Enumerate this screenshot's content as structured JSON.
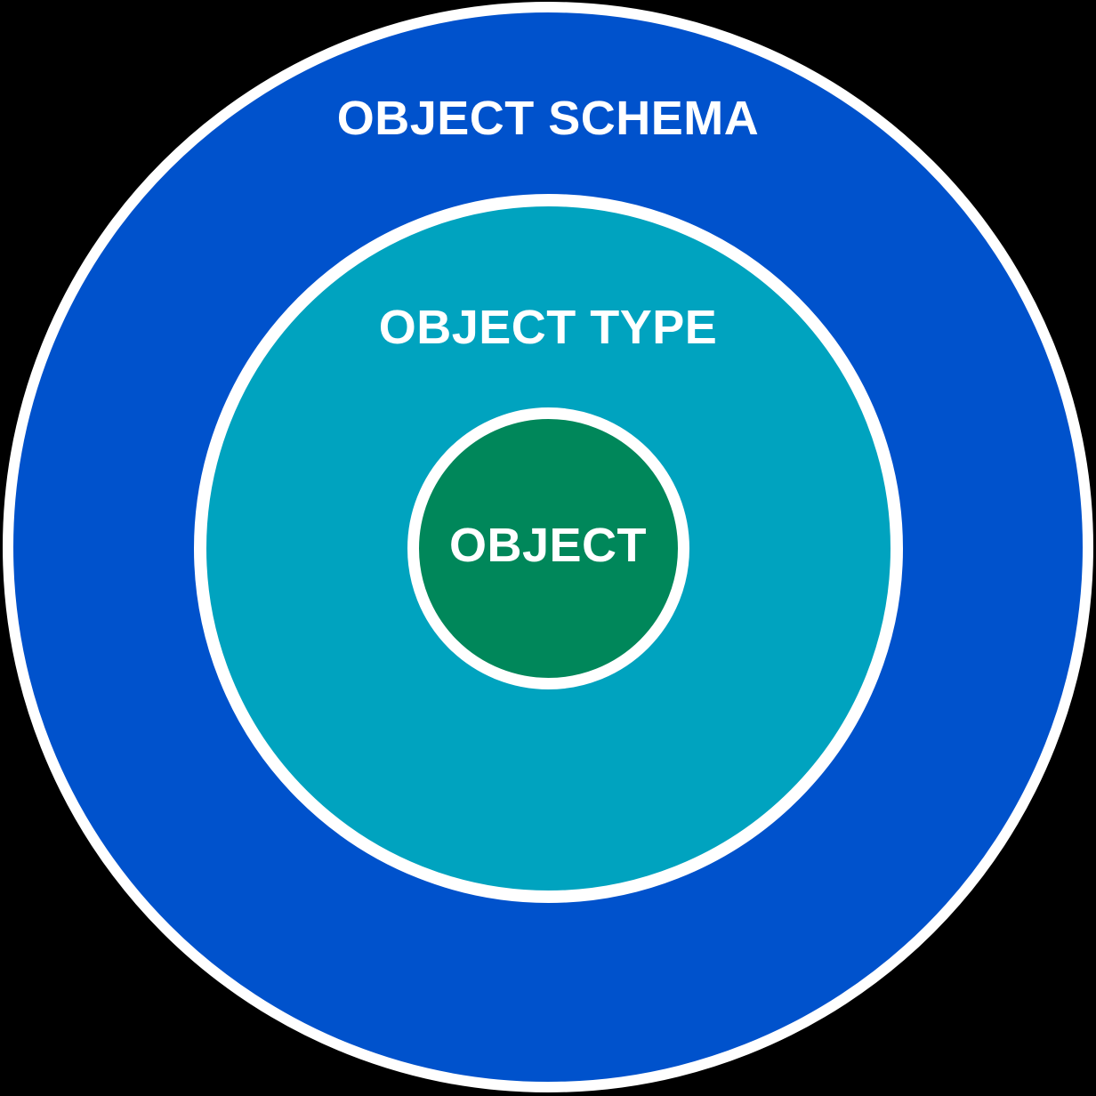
{
  "diagram": {
    "title": "Object schema concentric diagram",
    "background_color": "#000000",
    "ring_border_color": "#ffffff",
    "text_color": "#ffffff",
    "rings": [
      {
        "id": "object-schema",
        "label": "OBJECT SCHEMA",
        "fill": "#0052CC"
      },
      {
        "id": "object-type",
        "label": "OBJECT TYPE",
        "fill": "#00A3BF"
      },
      {
        "id": "object",
        "label": "OBJECT",
        "fill": "#00875A"
      }
    ]
  }
}
